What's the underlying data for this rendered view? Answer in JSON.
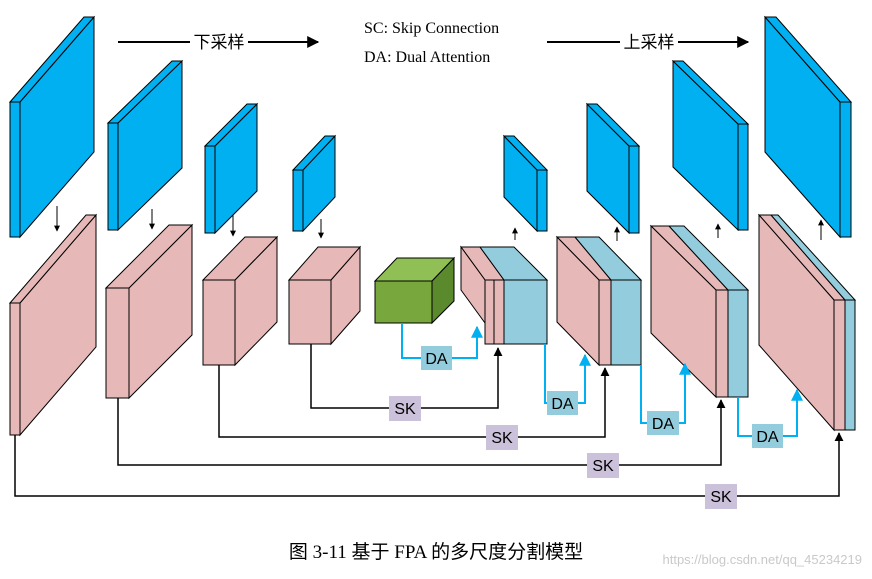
{
  "legend": {
    "sc_text": "SC: Skip Connection",
    "da_text": "DA: Dual  Attention"
  },
  "arrows": {
    "down_label": "下采样",
    "up_label": "上采样"
  },
  "tags": {
    "da": "DA",
    "sk": "SK"
  },
  "caption": "图 3-11 基于 FPA 的多尺度分割模型",
  "watermark": "https://blog.csdn.net/qq_45234219",
  "colors": {
    "feature_blue": "#00b0f0",
    "encoder_pink": "#e6b9b8",
    "decoder_cyan": "#93cddd",
    "bottleneck_green": "#77a73d",
    "da_box": "#93cddd",
    "sk_box": "#ccc1da",
    "connector_blue": "#00b0f0"
  }
}
